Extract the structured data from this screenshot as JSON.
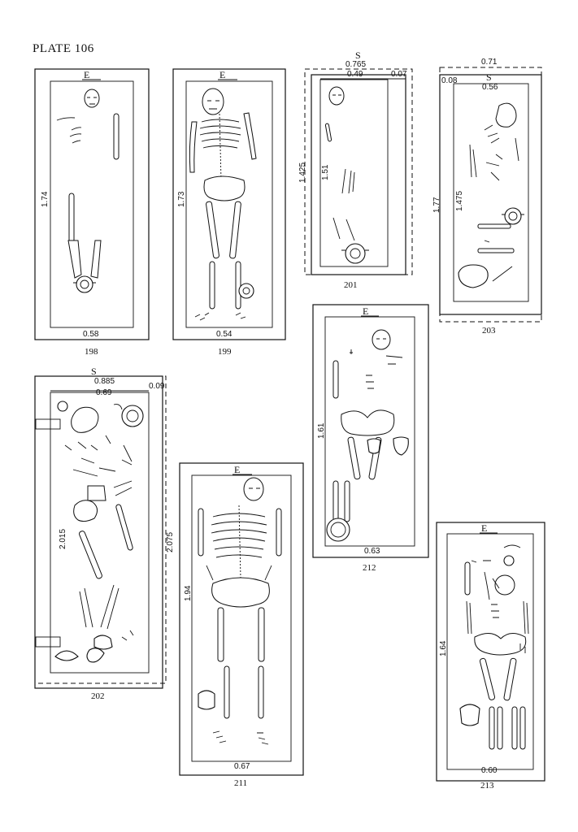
{
  "plate": {
    "title": "PLATE 106"
  },
  "graves": [
    {
      "id": "198",
      "orient": "E",
      "length": "1.74",
      "width": "0.58"
    },
    {
      "id": "199",
      "orient": "E",
      "length": "1.73",
      "width": "0.54"
    },
    {
      "id": "201",
      "orient": "S",
      "outer_width": "0.765",
      "inner_width": "0.49",
      "offset": "0.07",
      "outer_length": "1.425",
      "inner_length": "1.51"
    },
    {
      "id": "203",
      "orient": "S",
      "outer_width": "0.71",
      "inner_width": "0.56",
      "offset": "0.08",
      "outer_length": "1.77",
      "inner_length": "1.475"
    },
    {
      "id": "212",
      "orient": "E",
      "length": "1.61",
      "width": "0.63"
    },
    {
      "id": "202",
      "orient": "S",
      "outer_width": "0.885",
      "inner_width": "0.69",
      "offset": "0.09",
      "inner_length": "2.015",
      "outer_length": "2.075"
    },
    {
      "id": "211",
      "orient": "E",
      "length": "1.94",
      "width": "0.67"
    },
    {
      "id": "213",
      "orient": "E",
      "length": "1.64",
      "width": "0.60"
    }
  ]
}
